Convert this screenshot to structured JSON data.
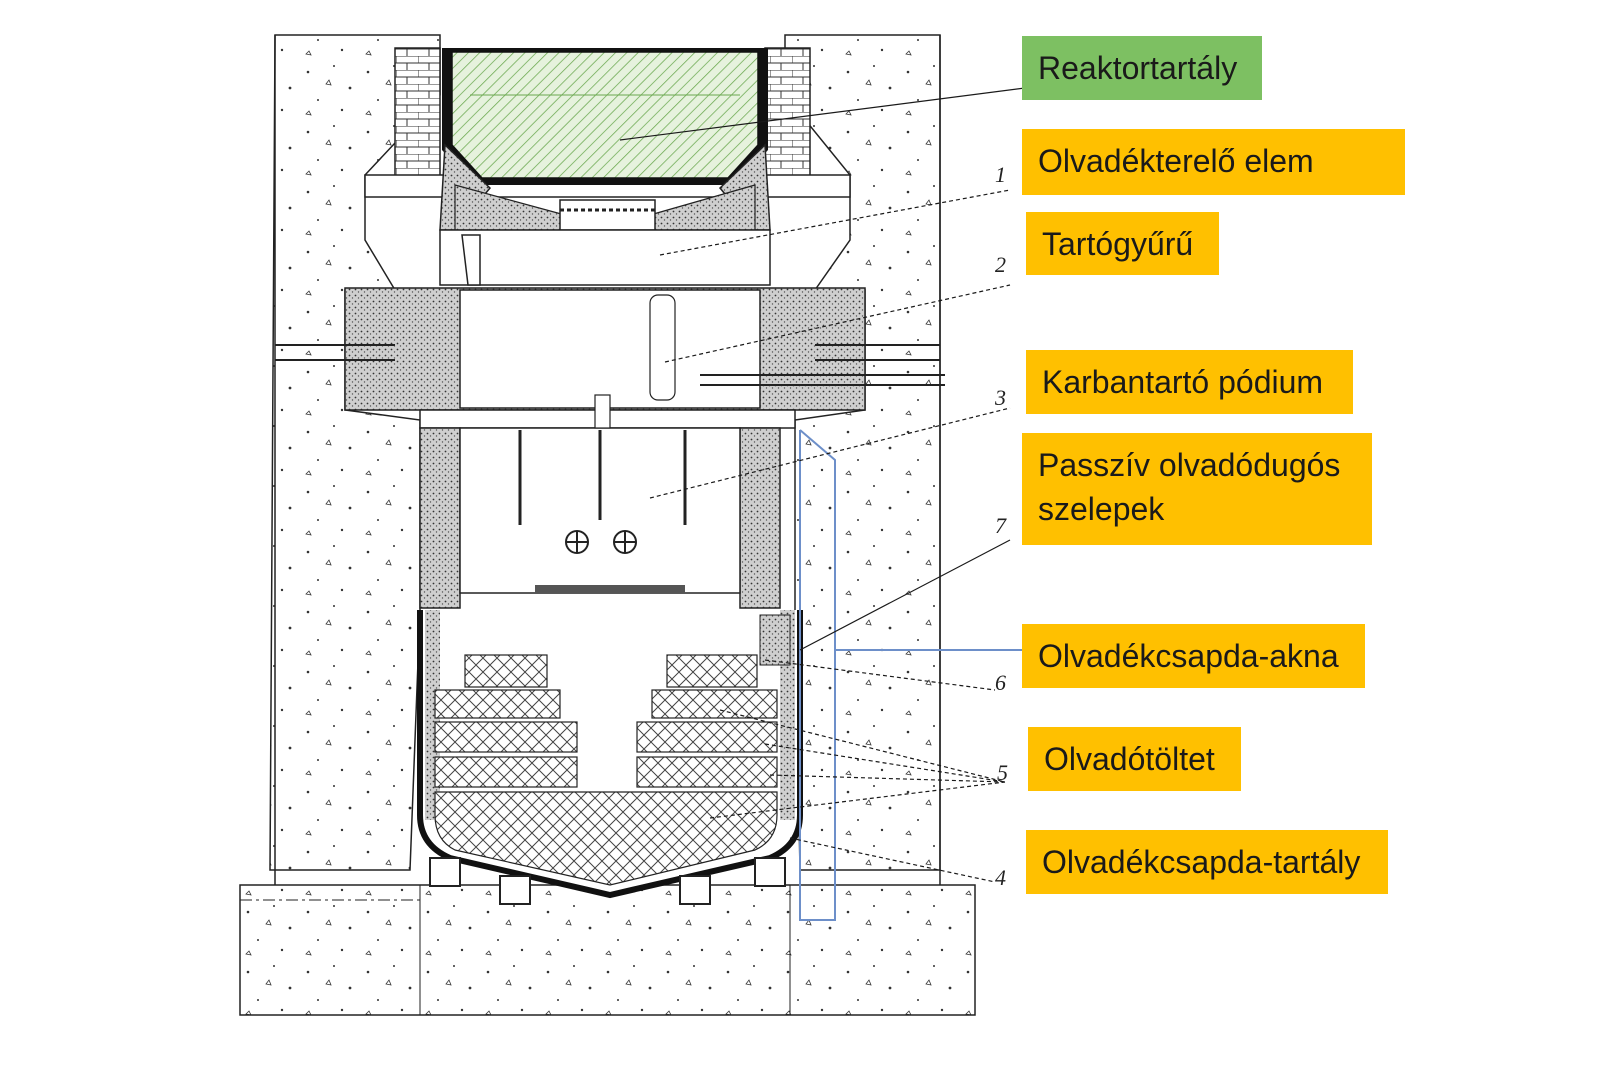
{
  "colors": {
    "green_label": "#7dc062",
    "orange_label": "#ffc000",
    "line": "#1a1a1a",
    "concrete_dot": "#333333",
    "vessel_hatch": "#6aa84f",
    "blue_pipe": "#6d8fc9"
  },
  "labels": {
    "reactor_vessel": "Reaktortartály",
    "melt_guide": "Olvadékterelő elem",
    "support_ring": "Tartógyűrű",
    "service_platform": "Karbantartó pódium",
    "passive_valves": "Passzív olvadódugós\nszelepek",
    "trap_shaft": "Olvadékcsapda-akna",
    "fuse_charge": "Olvadótöltet",
    "trap_vessel": "Olvadékcsapda-tartály"
  },
  "numbers": {
    "n1": "1",
    "n2": "2",
    "n3": "3",
    "n4": "4",
    "n5": "5",
    "n6": "6",
    "n7": "7"
  }
}
